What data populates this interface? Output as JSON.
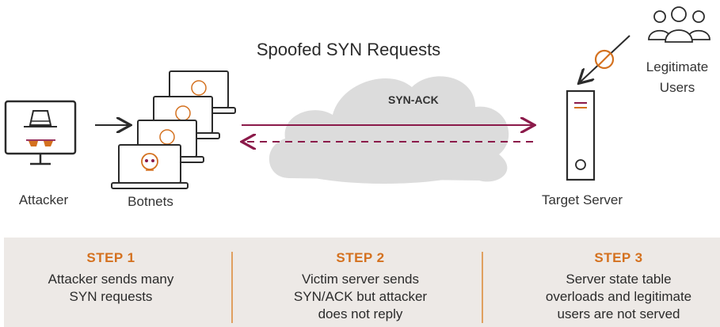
{
  "diagram": {
    "title": "Spoofed SYN Requests",
    "cloud_label": "SYN-ACK",
    "nodes": {
      "attacker": "Attacker",
      "botnets": "Botnets",
      "target_server": "Target Server",
      "legitimate_users_line1": "Legitimate",
      "legitimate_users_line2": "Users"
    },
    "colors": {
      "accent_orange": "#d4711f",
      "arrow_maroon": "#8b1a4a",
      "cloud_gray": "#dcdcdc",
      "outline_dark": "#2b2b2b",
      "steps_background": "#ede9e6"
    }
  },
  "steps": [
    {
      "title": "STEP 1",
      "lines": [
        "Attacker sends many",
        "SYN requests"
      ]
    },
    {
      "title": "STEP 2",
      "lines": [
        "Victim server sends",
        "SYN/ACK but attacker",
        "does not reply"
      ]
    },
    {
      "title": "STEP 3",
      "lines": [
        "Server state table",
        "overloads and legitimate",
        "users are not served"
      ]
    }
  ]
}
